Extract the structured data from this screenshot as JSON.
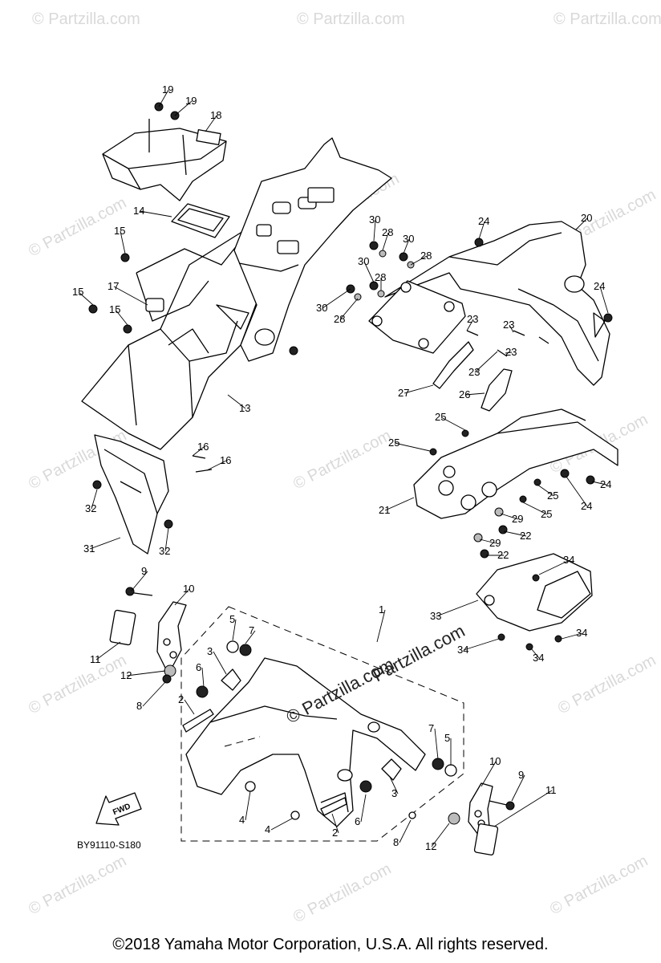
{
  "diagram": {
    "code": "BY91110-S180",
    "fwd_label": "FWD",
    "copyright": "©2018  Yamaha Motor Corporation, U.S.A. All rights reserved.",
    "center_watermark_1": "Partzilla.com",
    "center_watermark_2": "© Partzilla.com",
    "watermark": "© Partzilla.com",
    "callouts": [
      "19",
      "19",
      "18",
      "14",
      "15",
      "17",
      "15",
      "15",
      "13",
      "16",
      "16",
      "32",
      "31",
      "32",
      "30",
      "28",
      "30",
      "28",
      "30",
      "28",
      "30",
      "28",
      "24",
      "20",
      "24",
      "23",
      "23",
      "23",
      "23",
      "27",
      "26",
      "25",
      "25",
      "21",
      "25",
      "25",
      "24",
      "24",
      "29",
      "22",
      "29",
      "22",
      "9",
      "10",
      "11",
      "12",
      "8",
      "5",
      "7",
      "3",
      "6",
      "2",
      "1",
      "33",
      "34",
      "34",
      "34",
      "34",
      "4",
      "4",
      "2",
      "6",
      "3",
      "7",
      "5",
      "8",
      "10",
      "9",
      "11",
      "12"
    ]
  }
}
